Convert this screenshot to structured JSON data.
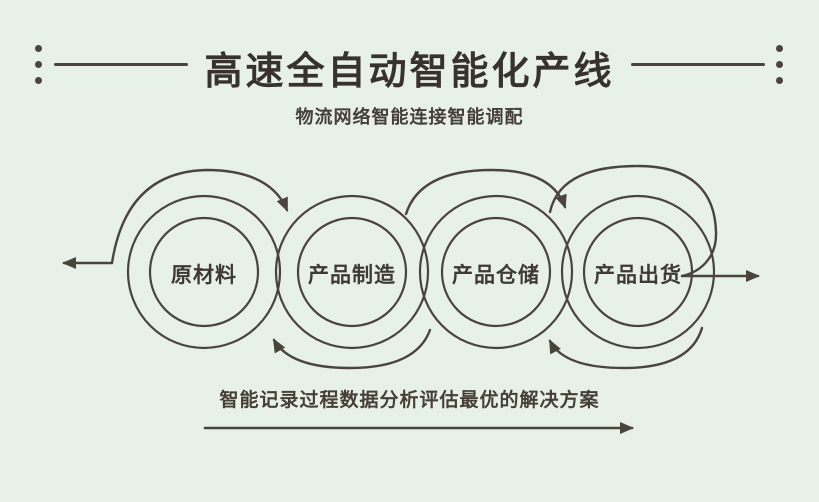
{
  "page": {
    "background_color": "#e8f1e7",
    "ink_color": "#4a443c"
  },
  "header": {
    "title": "高速全自动智能化产线",
    "subtitle": "物流网络智能连接智能调配"
  },
  "flow": {
    "nodes": [
      {
        "label": "原材料"
      },
      {
        "label": "产品制造"
      },
      {
        "label": "产品仓储"
      },
      {
        "label": "产品出货"
      }
    ]
  },
  "footer": {
    "caption": "智能记录过程数据分析评估最优的解决方案"
  }
}
